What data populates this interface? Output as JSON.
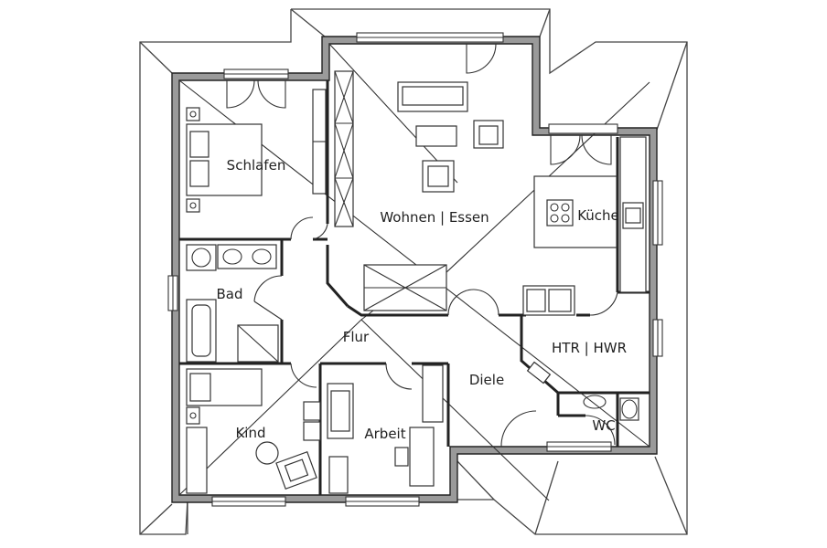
{
  "rooms": {
    "schlafen": "Schlafen",
    "wohnen": "Wohnen | Essen",
    "kueche": "Küche",
    "bad": "Bad",
    "flur": "Flur",
    "htr": "HTR | HWR",
    "diele": "Diele",
    "kind": "Kind",
    "arbeit": "Arbeit",
    "wc": "WC"
  },
  "colors": {
    "wall_fill": "#9a9a9a",
    "line": "#222222",
    "background": "#ffffff"
  }
}
